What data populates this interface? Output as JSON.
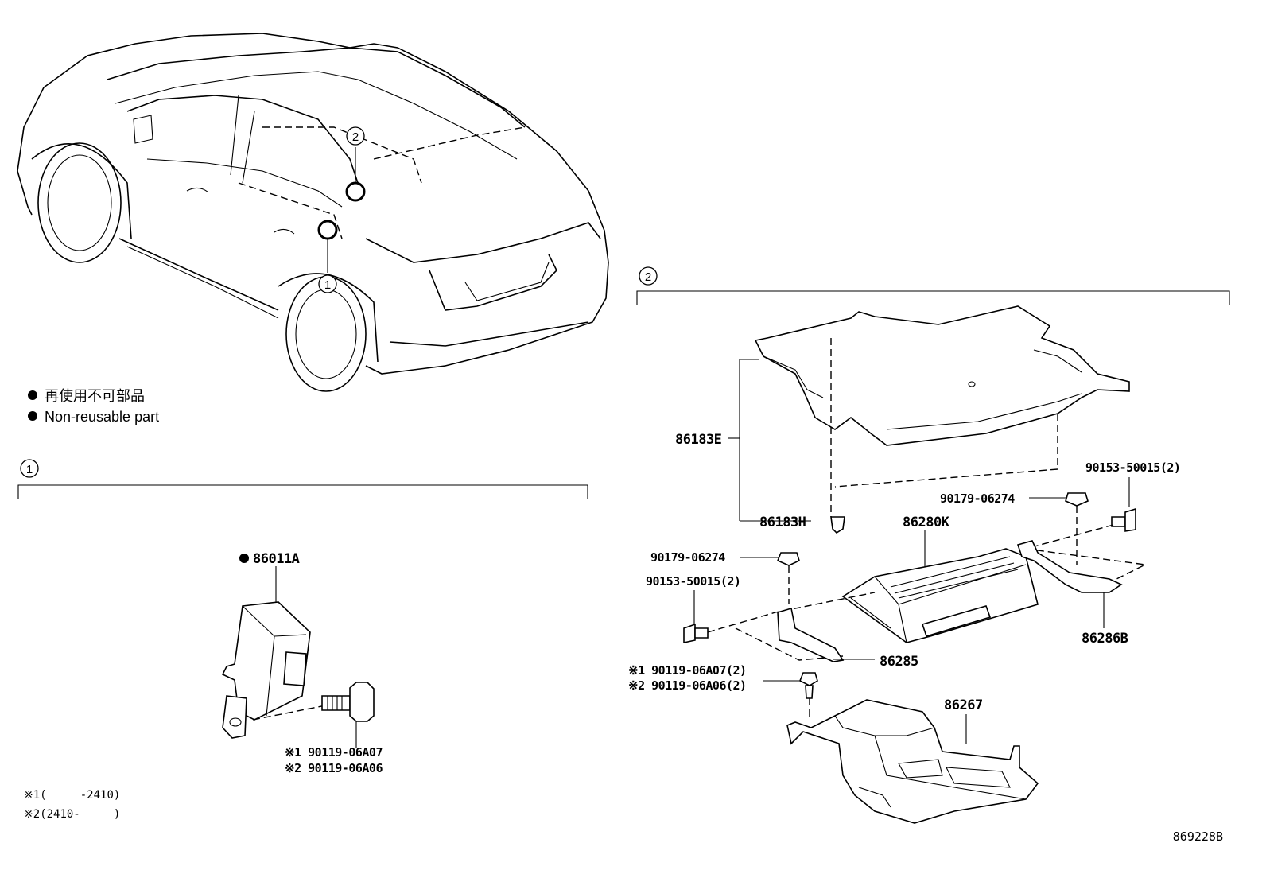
{
  "legend": {
    "line_ja": "再使用不可部品",
    "line_en": "Non-reusable part"
  },
  "callouts": {
    "one": "1",
    "two": "2"
  },
  "section1": {
    "label": "1",
    "part_ecu": "86011A",
    "bolt_note_1": "※1 90119-06A07",
    "bolt_note_2": "※2 90119-06A06"
  },
  "footnotes": {
    "note1": "※1(     -2410)",
    "note2": "※2(2410-     )"
  },
  "section2": {
    "label": "2",
    "parts": {
      "cover_top": "86183E",
      "clip": "86183H",
      "bolt_right": "90153-50015(2)",
      "nut_right": "90179-06274",
      "amplifier": "86280K",
      "nut_left": "90179-06274",
      "bolt_left": "90153-50015(2)",
      "bracket_right": "86286B",
      "bracket_left": "86285",
      "bolt_note_1": "※1 90119-06A07(2)",
      "bolt_note_2": "※2 90119-06A06(2)",
      "lower_bracket": "86267"
    }
  },
  "diagram_id": "869228B"
}
